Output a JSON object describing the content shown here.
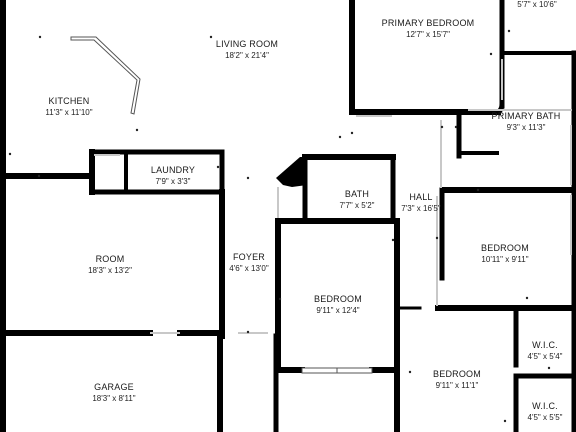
{
  "plan": {
    "colors": {
      "wall": "#000000",
      "thin_wall": "#bfbfbf",
      "background": "#ffffff"
    },
    "rooms": [
      {
        "id": "living-room",
        "name": "LIVING ROOM",
        "dim": "18'2\" x 21'4\""
      },
      {
        "id": "primary-bedroom",
        "name": "PRIMARY BEDROOM",
        "dim": "12'7\" x 15'7\""
      },
      {
        "id": "top-right-closet",
        "name": "",
        "dim": "5'7\" x 10'6\""
      },
      {
        "id": "kitchen",
        "name": "KITCHEN",
        "dim": "11'3\" x 11'10\""
      },
      {
        "id": "primary-bath",
        "name": "PRIMARY BATH",
        "dim": "9'3\" x 11'3\""
      },
      {
        "id": "laundry",
        "name": "LAUNDRY",
        "dim": "7'9\" x 3'3\""
      },
      {
        "id": "bath",
        "name": "BATH",
        "dim": "7'7\" x 5'2\""
      },
      {
        "id": "hall",
        "name": "HALL",
        "dim": "7'3\" x 16'5\""
      },
      {
        "id": "bedroom-right",
        "name": "BEDROOM",
        "dim": "10'11\" x 9'11\""
      },
      {
        "id": "room",
        "name": "ROOM",
        "dim": "18'3\" x 13'2\""
      },
      {
        "id": "foyer",
        "name": "FOYER",
        "dim": "4'6\" x 13'0\""
      },
      {
        "id": "bedroom-center",
        "name": "BEDROOM",
        "dim": "9'11\" x 12'4\""
      },
      {
        "id": "wic-upper",
        "name": "W.I.C.",
        "dim": "4'5\" x 5'4\""
      },
      {
        "id": "garage",
        "name": "GARAGE",
        "dim": "18'3\" x 8'11\""
      },
      {
        "id": "bedroom-bottom",
        "name": "BEDROOM",
        "dim": "9'11\" x 11'1\""
      },
      {
        "id": "wic-lower",
        "name": "W.I.C.",
        "dim": "4'5\" x 5'5\""
      }
    ]
  }
}
